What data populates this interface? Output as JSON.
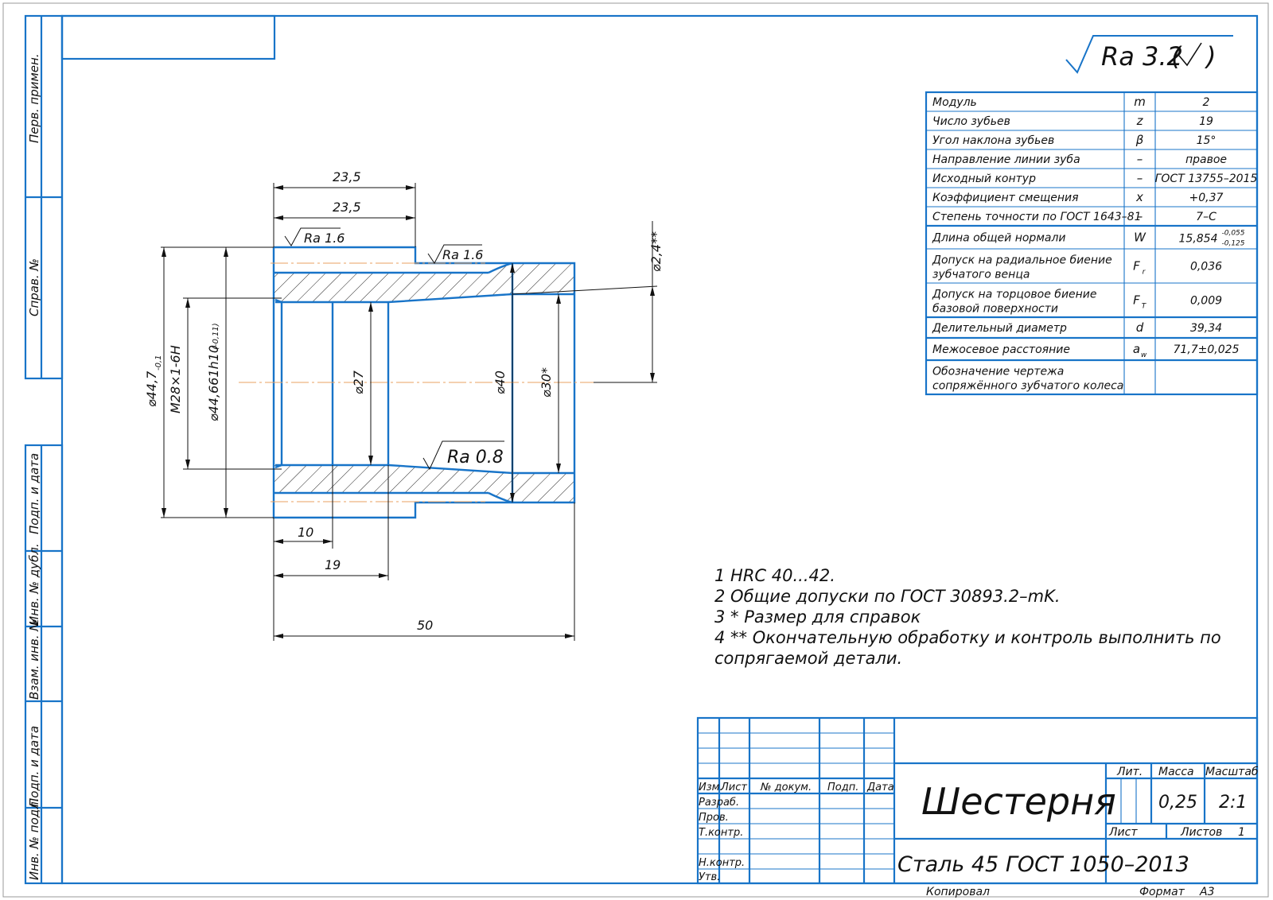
{
  "roughness_general": {
    "ra_label": "Ra 3.2",
    "paren": "(",
    "paren_close": ")"
  },
  "params_table": {
    "rows": [
      {
        "name": "Модуль",
        "symbol": "m",
        "value": "2"
      },
      {
        "name": "Число зубьев",
        "symbol": "z",
        "value": "19"
      },
      {
        "name": "Угол наклона зубьев",
        "symbol": "β",
        "value": "15°"
      },
      {
        "name": "Направление линии зуба",
        "symbol": "–",
        "value": "правое"
      },
      {
        "name": "Исходный контур",
        "symbol": "–",
        "value": "ГОСТ 13755–2015"
      },
      {
        "name": "Коэффициент смещения",
        "symbol": "x",
        "value": "+0,37"
      },
      {
        "name": "Степень точности по ГОСТ 1643–81",
        "symbol": "–",
        "value": "7–С"
      },
      {
        "name": "Длина общей нормали",
        "symbol": "W",
        "value": "15,854",
        "value_sup": "-0,055",
        "value_sub": "-0,125"
      },
      {
        "name": "Допуск на радиальное биение",
        "name2": "зубчатого венца",
        "symbol": "F",
        "symbol_sub": "r",
        "value": "0,036"
      },
      {
        "name": "Допуск на торцовое биение",
        "name2": "базовой поверхности",
        "symbol": "F",
        "symbol_sub": "T",
        "value": "0,009"
      },
      {
        "name": "Делительный диаметр",
        "symbol": "d",
        "value": "39,34"
      },
      {
        "name": "Межосевое расстояние",
        "symbol": "a",
        "symbol_sub": "w",
        "value": "71,7±0,025"
      },
      {
        "name": "Обозначение чертежа",
        "name2": "сопряжённого зубчатого колеса",
        "symbol": "",
        "value": ""
      }
    ]
  },
  "dimensions": {
    "top1": "23,5",
    "top2": "23,5",
    "ra_left": "Ra 1.6",
    "ra_mid": "Ra 1.6",
    "ra_bore": "Ra 0.8",
    "d_outer": "⌀44,7",
    "d_outer_tol": "-0,1",
    "thread": "М28×1-6Н",
    "d_tooth": "⌀44,661h10",
    "d_tooth_tol": "(-0,11)",
    "d27": "⌀27",
    "d40": "⌀40",
    "d30": "⌀30*",
    "r_dim": "⌀2,4**",
    "len10": "10",
    "len19": "19",
    "len50": "50"
  },
  "notes": [
    "1  HRC  40...42.",
    "2  Общие допуски по ГОСТ 30893.2–mK.",
    "3  * Размер для справок",
    "4  **  Окончательную   обработку   и   контроль   выполнить   по",
    "сопрягаемой детали."
  ],
  "side_labels": {
    "perv": "Перв. примен.",
    "sprav": "Справ. №",
    "podp1": "Подп. и дата",
    "inv_dubl": "Инв. № дубл.",
    "vzam": "Взам. инв. №",
    "podp2": "Подп. и дата",
    "inv_podl": "Инв. № подл."
  },
  "title_block": {
    "izm": "Изм.",
    "list": "Лист",
    "n_dokum": "№ докум.",
    "podp": "Подп.",
    "data": "Дата",
    "razrab": "Разраб.",
    "prov": "Пров.",
    "tkontr": "Т.контр.",
    "nkontr": "Н.контр.",
    "utv": "Утв.",
    "title": "Шестерня",
    "material": "Сталь 45 ГОСТ 1050–2013",
    "lit": "Лит.",
    "massa": "Масса",
    "masshtab": "Масштаб",
    "mass_value": "0,25",
    "scale_value": "2:1",
    "sheet": "Лист",
    "sheets": "Листов",
    "sheets_value": "1",
    "kopiroval": "Копировал",
    "format": "Формат",
    "format_value": "А3"
  },
  "colors": {
    "frame": "#1874c8",
    "axis": "#e8a060",
    "ink": "#111111"
  }
}
